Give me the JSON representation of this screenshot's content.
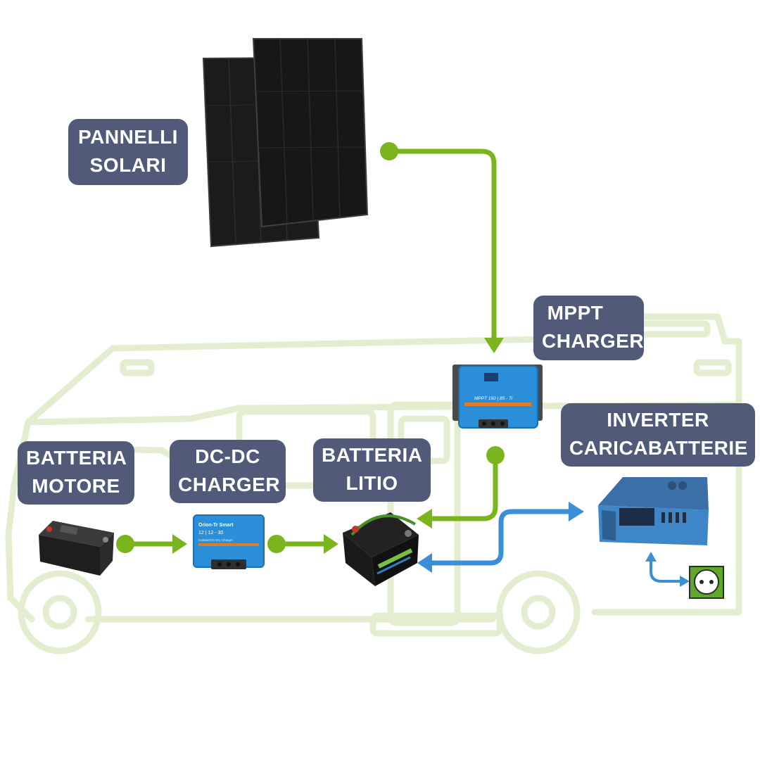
{
  "labels": {
    "solar_panels": {
      "line1": "PANNELLI",
      "line2": "SOLARI"
    },
    "mppt": {
      "line1": "MPPT",
      "line2": "CHARGER"
    },
    "inverter": {
      "line1": "INVERTER",
      "line2": "CARICABATTERIE"
    },
    "engine_battery": {
      "line1": "BATTERIA",
      "line2": "MOTORE"
    },
    "dcdc": {
      "line1": "DC-DC",
      "line2": "CHARGER"
    },
    "lithium_battery": {
      "line1": "BATTERIA",
      "line2": "LITIO"
    }
  },
  "device_texts": {
    "mppt_model": "MPPT 150 | 85 - Tr",
    "dcdc_brand": "Orion-Tr Smart",
    "dcdc_model": "12 | 12 - 30",
    "dcdc_subtitle": "Isolated DC-DC Charger"
  },
  "colors": {
    "label_bg": "#525a7a",
    "label_text": "#ffffff",
    "green_flow": "#7ab51d",
    "blue_flow": "#3a8fd6",
    "camper_outline": "#e3eed0",
    "victron_blue": "#2a8fd8",
    "socket_green": "#5ea82c"
  }
}
